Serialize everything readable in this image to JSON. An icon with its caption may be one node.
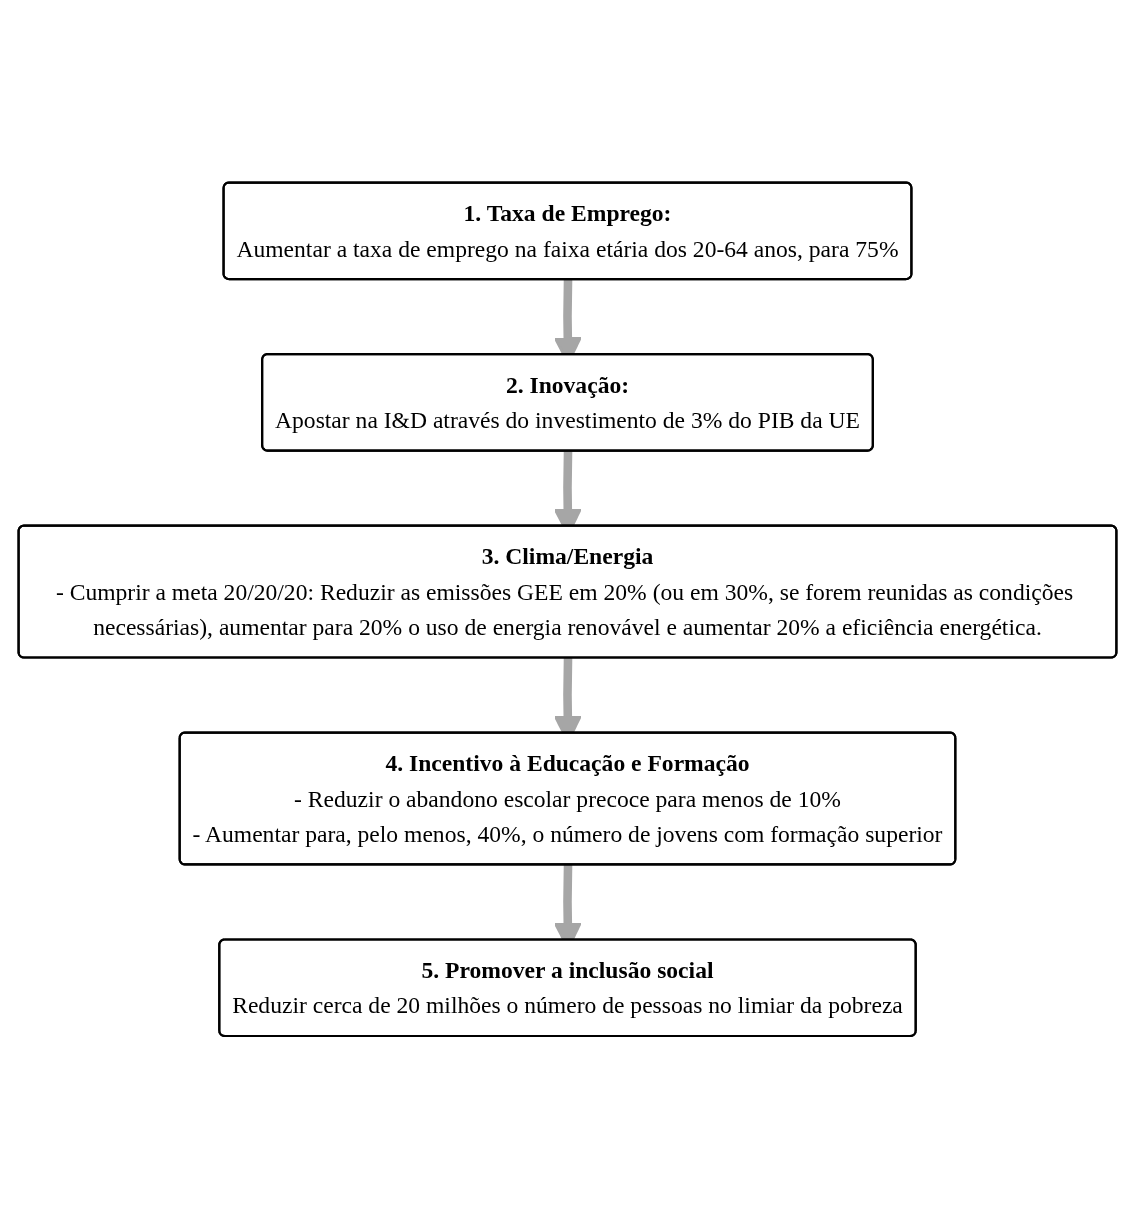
{
  "diagram": {
    "nodes": [
      {
        "text": [
          "1. Taxa de Emprego:",
          "Aumentar a taxa de emprego na faixa etária dos 20-64 anos, para 75%"
        ]
      },
      {
        "text": [
          "2. Inovação:",
          "Apostar na I&D através do investimento de 3% do PIB da UE"
        ]
      },
      {
        "text": [
          "3. Clima/Energia",
          "- Cumprir a meta 20/20/20: Reduzir as emissões GEE em 20% (ou em 30%, se forem reunidas as condições necessárias), aumentar para 20% o uso de energia renovável e aumentar 20% a eficiência energética."
        ]
      },
      {
        "text": [
          "4. Incentivo à Educação e Formação",
          "- Reduzir o abandono escolar precoce para menos de 10%",
          "- Aumentar para, pelo menos, 40%, o número de jovens com formação superior"
        ]
      },
      {
        "text": [
          "5. Promover a inclusão social",
          "Reduzir cerca de 20 milhões o número de pessoas no limiar da pobreza"
        ]
      }
    ],
    "edges": [
      {
        "from": 0,
        "to": 1,
        "arrow": "to"
      },
      {
        "from": 1,
        "to": 2,
        "arrow": "to"
      },
      {
        "from": 2,
        "to": 3,
        "arrow": "to"
      },
      {
        "from": 3,
        "to": 4,
        "arrow": "to"
      }
    ]
  }
}
